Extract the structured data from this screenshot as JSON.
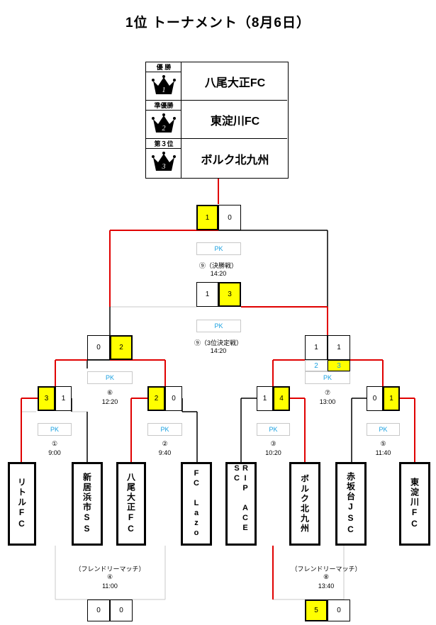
{
  "title": "1位 トーナメント（8月6日）",
  "results": [
    {
      "label": "優 勝",
      "rank": "1",
      "team": "八尾大正FC"
    },
    {
      "label": "準優勝",
      "rank": "2",
      "team": "東淀川FC"
    },
    {
      "label": "第３位",
      "rank": "3",
      "team": "ボルク北九州"
    }
  ],
  "teams": [
    "リトルFC",
    "新居浜市SS",
    "八尾大正FC",
    "FC Lazo",
    "RIP ACE SC",
    "ボルク北九州",
    "赤坂台JSC",
    "東淀川FC"
  ],
  "pk": "PK",
  "matches": {
    "m1": {
      "num": "①",
      "time": "9:00",
      "left": "3",
      "right": "1"
    },
    "m2": {
      "num": "②",
      "time": "9:40",
      "left": "2",
      "right": "0"
    },
    "m3": {
      "num": "③",
      "time": "10:20",
      "left": "1",
      "right": "4"
    },
    "m5": {
      "num": "⑤",
      "time": "11:40",
      "left": "0",
      "right": "1"
    },
    "m6": {
      "num": "⑥",
      "time": "12:20",
      "left": "0",
      "right": "2"
    },
    "m7": {
      "num": "⑦",
      "time": "13:00",
      "left": "1",
      "right": "1",
      "pk_left": "2",
      "pk_right": "3"
    },
    "final": {
      "label": "⑨（決勝戦）",
      "time": "14:20",
      "left": "1",
      "right": "0"
    },
    "third": {
      "label": "⑨（3位決定戦）",
      "time": "14:20",
      "left": "1",
      "right": "3"
    },
    "f4": {
      "label": "（フレンドリーマッチ）",
      "num": "④",
      "time": "11:00",
      "left": "0",
      "right": "0"
    },
    "f8": {
      "label": "（フレンドリーマッチ）",
      "num": "⑧",
      "time": "13:40",
      "left": "5",
      "right": "0"
    }
  },
  "colors": {
    "win_line": "#e00000",
    "line": "#000000",
    "win_box": "#ffff00",
    "pk_text": "#1aa0e0",
    "faint_line": "#c8c8c8"
  }
}
